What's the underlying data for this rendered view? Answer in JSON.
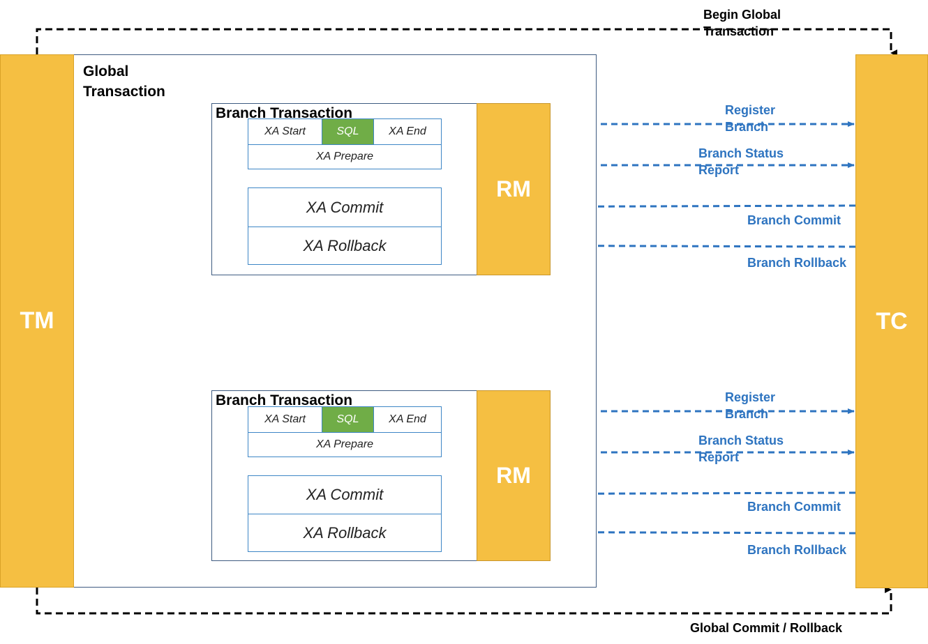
{
  "components": {
    "tm_label": "TM",
    "tc_label": "TC",
    "global_transaction_label": "Global Transaction"
  },
  "global_flows": {
    "begin": "Begin Global Transaction",
    "end": "Global Commit / Rollback"
  },
  "branches": [
    {
      "title": "Branch Transaction",
      "rm_label": "RM",
      "xa_start": "XA Start",
      "sql": "SQL",
      "xa_end": "XA End",
      "xa_prepare": "XA Prepare",
      "xa_commit": "XA Commit",
      "xa_rollback": "XA Rollback",
      "messages": {
        "register": "Register Branch",
        "status": "Branch Status Report",
        "commit": "Branch Commit",
        "rollback": "Branch Rollback"
      }
    },
    {
      "title": "Branch Transaction",
      "rm_label": "RM",
      "xa_start": "XA Start",
      "sql": "SQL",
      "xa_end": "XA End",
      "xa_prepare": "XA Prepare",
      "xa_commit": "XA Commit",
      "xa_rollback": "XA Rollback",
      "messages": {
        "register": "Register Branch",
        "status": "Branch Status Report",
        "commit": "Branch Commit",
        "rollback": "Branch Rollback"
      }
    }
  ],
  "colors": {
    "component_fill": "#f5bf42",
    "sql_fill": "#70ad47",
    "message_blue": "#2e74c0",
    "global_flow": "#000000"
  }
}
